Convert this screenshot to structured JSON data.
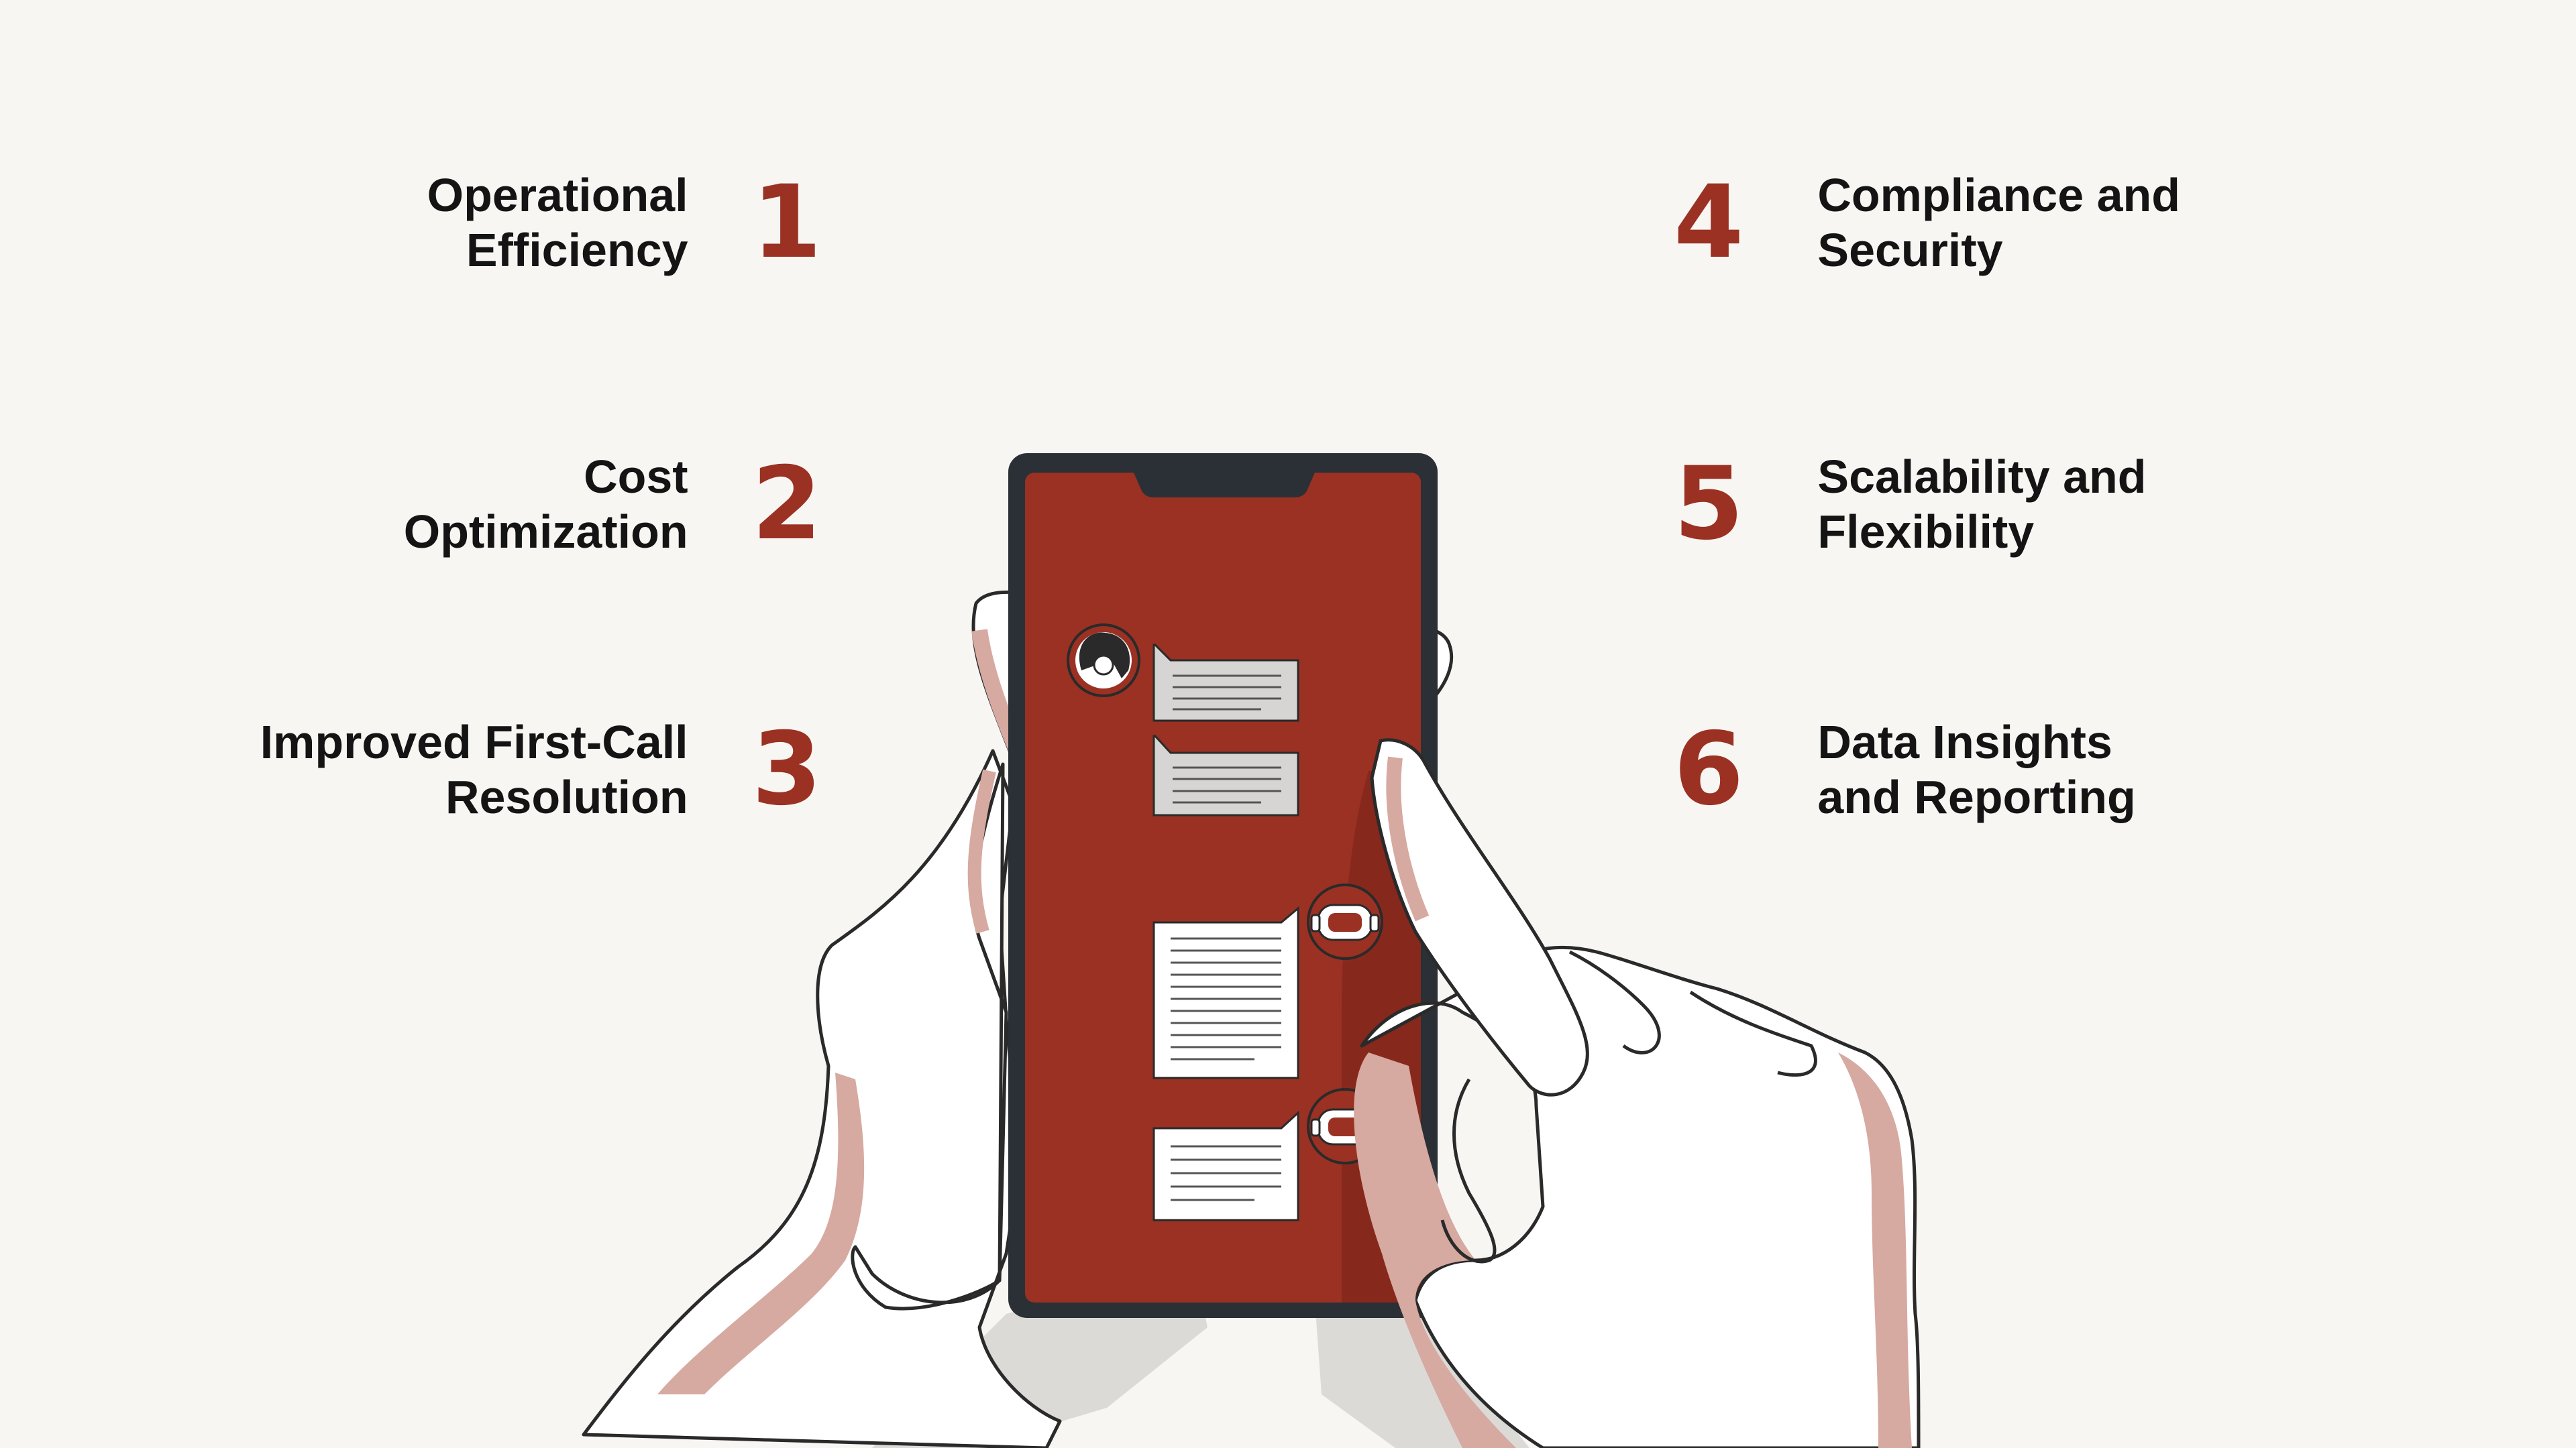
{
  "items": [
    {
      "number": "1",
      "label_line1": "Operational",
      "label_line2": "Efficiency"
    },
    {
      "number": "2",
      "label_line1": "Cost",
      "label_line2": "Optimization"
    },
    {
      "number": "3",
      "label_line1": "Improved First-Call",
      "label_line2": "Resolution"
    },
    {
      "number": "4",
      "label_line1": "Compliance and",
      "label_line2": "Security"
    },
    {
      "number": "5",
      "label_line1": "Scalability and",
      "label_line2": "Flexibility"
    },
    {
      "number": "6",
      "label_line1": "Data Insights",
      "label_line2": "and Reporting"
    }
  ],
  "colors": {
    "background": "#f8f6f3",
    "accent": "#9a3123",
    "text": "#141414",
    "phone_frame": "#2a3036",
    "skin_shadow": "#d6a9a1",
    "bubble": "#d6d5d3"
  },
  "icons": [
    "customer-avatar-icon",
    "robot-agent-icon"
  ]
}
